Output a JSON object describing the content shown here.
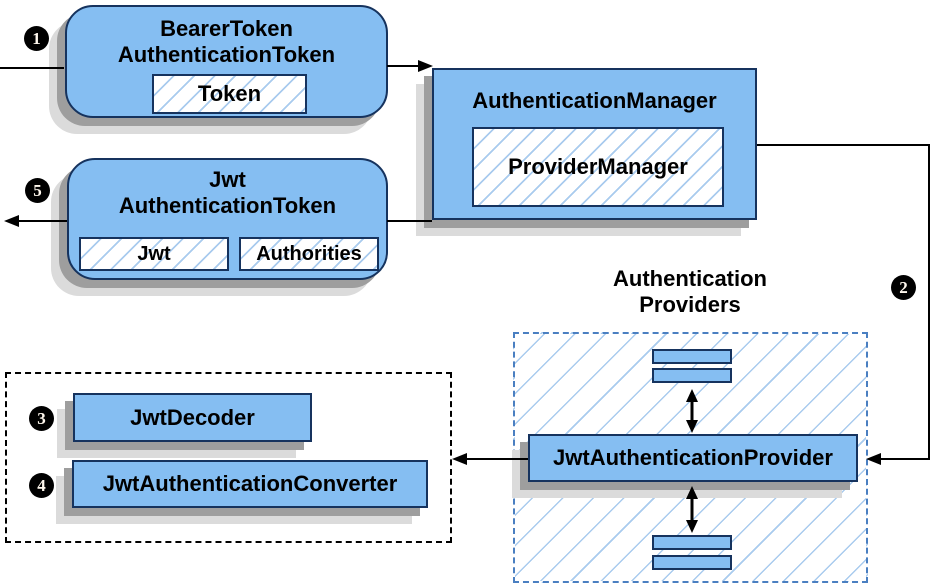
{
  "bearer_box": {
    "line1": "BearerToken",
    "line2": "AuthenticationToken",
    "token": "Token"
  },
  "auth_manager": {
    "title": "AuthenticationManager",
    "provider_manager": "ProviderManager"
  },
  "jwt_box": {
    "line1": "Jwt",
    "line2": "AuthenticationToken",
    "jwt": "Jwt",
    "authorities": "Authorities"
  },
  "providers": {
    "line1": "Authentication",
    "line2": "Providers",
    "provider": "JwtAuthenticationProvider"
  },
  "converters": {
    "decoder": "JwtDecoder",
    "converter": "JwtAuthenticationConverter"
  },
  "steps": {
    "s1": "1",
    "s2": "2",
    "s3": "3",
    "s4": "4",
    "s5": "5"
  },
  "colors": {
    "box_fill": "#85BEF2",
    "box_border": "#16335E",
    "hatch_line": "#A9CBEE",
    "dashed_border": "#4A7FC1",
    "shadow_dark": "#9E9E9E",
    "shadow_light": "#DBDBDB",
    "connector": "#000000"
  }
}
